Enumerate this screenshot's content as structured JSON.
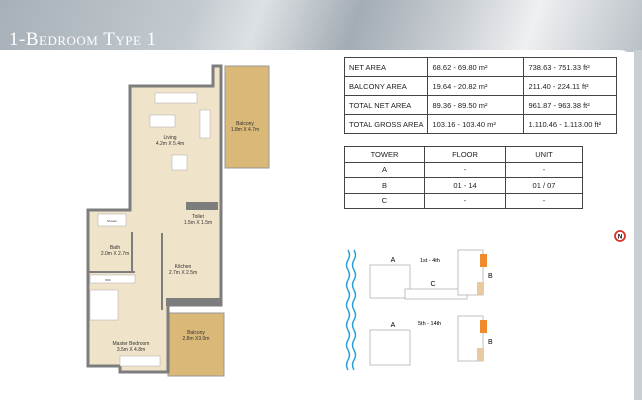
{
  "header": {
    "title": "1-Bedroom Type 1"
  },
  "area_table": {
    "rows": [
      {
        "label": "NET AREA",
        "metric": "68.62 - 69.80 m²",
        "imperial": "738.63 - 751.33 ft²"
      },
      {
        "label": "BALCONY AREA",
        "metric": "19.64 - 20.82 m²",
        "imperial": "211.40 - 224.11 ft²"
      },
      {
        "label": "TOTAL NET AREA",
        "metric": "89.36 - 89.50 m²",
        "imperial": "961.87 - 963.38 ft²"
      },
      {
        "label": "TOTAL GROSS AREA",
        "metric": "103.16 - 103.40 m²",
        "imperial": "1.110.46 - 1.113.00 ft²"
      }
    ]
  },
  "unit_table": {
    "headers": [
      "TOWER",
      "FLOOR",
      "UNIT"
    ],
    "rows": [
      [
        "A",
        "-",
        "-"
      ],
      [
        "B",
        "01 - 14",
        "01 / 07"
      ],
      [
        "C",
        "-",
        "-"
      ]
    ]
  },
  "floor_plan": {
    "rooms": [
      {
        "name": "Living",
        "size": "4.2m X 5.4m"
      },
      {
        "name": "Balcony",
        "size": "1.8m X 4.7m"
      },
      {
        "name": "Toilet",
        "size": "1.5m X 1.5m"
      },
      {
        "name": "Bath",
        "size": "2.0m X 2.7m"
      },
      {
        "name": "Kitchen",
        "size": "2.7m X 2.5m"
      },
      {
        "name": "Master Bedroom",
        "size": "3.5m X 4.8m"
      },
      {
        "name": "Balcony",
        "size": "2.8m X3.0m"
      }
    ],
    "shower": "Shower",
    "wic": "WIC"
  },
  "key_plan": {
    "floors_top": "1st - 4th",
    "floors_bottom": "5th - 14th",
    "towers": [
      "A",
      "B",
      "C"
    ],
    "highlight_colors": {
      "unit_7": "#f08a2c",
      "unit_1": "#e8c9a0"
    }
  },
  "compass": {
    "label": "N",
    "color": "#d9322b"
  },
  "colors": {
    "room_fill": "#efe3c9",
    "balcony_fill": "#d9b878",
    "wall": "#7d7d7d"
  }
}
